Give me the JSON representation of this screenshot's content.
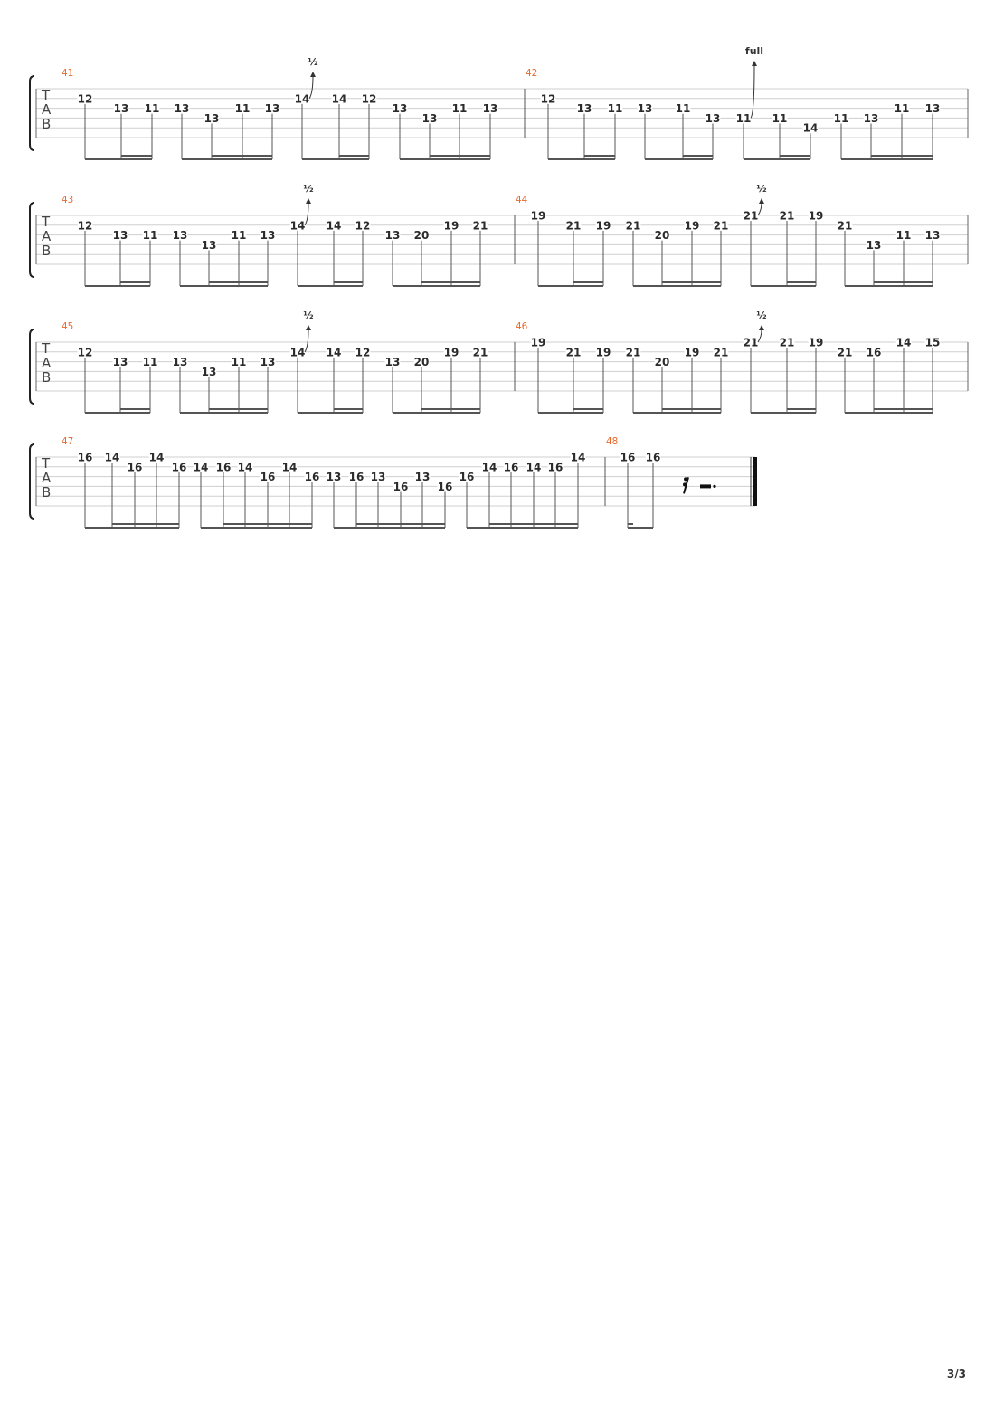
{
  "document": {
    "page_number": "3/3"
  },
  "tab_labels": [
    "T",
    "A",
    "B"
  ],
  "bend_labels": {
    "half": "½",
    "full": "full"
  },
  "systems": [
    {
      "measures": [
        {
          "number": "41",
          "notes": [
            {
              "fret": "12",
              "string": 2
            },
            {
              "fret": "13",
              "string": 3
            },
            {
              "fret": "11",
              "string": 3
            },
            {
              "fret": "13",
              "string": 3
            },
            {
              "fret": "13",
              "string": 4
            },
            {
              "fret": "11",
              "string": 3
            },
            {
              "fret": "13",
              "string": 3
            },
            {
              "fret": "14",
              "string": 2,
              "bend": "½"
            },
            {
              "fret": "14",
              "string": 2
            },
            {
              "fret": "12",
              "string": 2
            },
            {
              "fret": "13",
              "string": 3
            },
            {
              "fret": "13",
              "string": 4
            },
            {
              "fret": "11",
              "string": 3
            },
            {
              "fret": "13",
              "string": 3
            }
          ]
        },
        {
          "number": "42",
          "notes": [
            {
              "fret": "12",
              "string": 2
            },
            {
              "fret": "13",
              "string": 3
            },
            {
              "fret": "11",
              "string": 3
            },
            {
              "fret": "13",
              "string": 3
            },
            {
              "fret": "11",
              "string": 3
            },
            {
              "fret": "13",
              "string": 4
            },
            {
              "fret": "11",
              "string": 4,
              "bend": "full"
            },
            {
              "fret": "11",
              "string": 4
            },
            {
              "fret": "14",
              "string": 5
            },
            {
              "fret": "11",
              "string": 4
            },
            {
              "fret": "13",
              "string": 4
            },
            {
              "fret": "11",
              "string": 3
            },
            {
              "fret": "13",
              "string": 3
            }
          ]
        }
      ]
    },
    {
      "measures": [
        {
          "number": "43",
          "notes": [
            {
              "fret": "12",
              "string": 2
            },
            {
              "fret": "13",
              "string": 3
            },
            {
              "fret": "11",
              "string": 3
            },
            {
              "fret": "13",
              "string": 3
            },
            {
              "fret": "13",
              "string": 4
            },
            {
              "fret": "11",
              "string": 3
            },
            {
              "fret": "13",
              "string": 3
            },
            {
              "fret": "14",
              "string": 2,
              "bend": "½"
            },
            {
              "fret": "14",
              "string": 2
            },
            {
              "fret": "12",
              "string": 2
            },
            {
              "fret": "13",
              "string": 3
            },
            {
              "fret": "20",
              "string": 3
            },
            {
              "fret": "19",
              "string": 2
            },
            {
              "fret": "21",
              "string": 2
            }
          ]
        },
        {
          "number": "44",
          "notes": [
            {
              "fret": "19",
              "string": 1
            },
            {
              "fret": "21",
              "string": 2
            },
            {
              "fret": "19",
              "string": 2
            },
            {
              "fret": "21",
              "string": 2
            },
            {
              "fret": "20",
              "string": 3
            },
            {
              "fret": "19",
              "string": 2
            },
            {
              "fret": "21",
              "string": 2
            },
            {
              "fret": "21",
              "string": 1,
              "bend": "½"
            },
            {
              "fret": "21",
              "string": 1
            },
            {
              "fret": "19",
              "string": 1
            },
            {
              "fret": "21",
              "string": 2
            },
            {
              "fret": "13",
              "string": 4
            },
            {
              "fret": "11",
              "string": 3
            },
            {
              "fret": "13",
              "string": 3
            }
          ]
        }
      ]
    },
    {
      "measures": [
        {
          "number": "45",
          "notes": [
            {
              "fret": "12",
              "string": 2
            },
            {
              "fret": "13",
              "string": 3
            },
            {
              "fret": "11",
              "string": 3
            },
            {
              "fret": "13",
              "string": 3
            },
            {
              "fret": "13",
              "string": 4
            },
            {
              "fret": "11",
              "string": 3
            },
            {
              "fret": "13",
              "string": 3
            },
            {
              "fret": "14",
              "string": 2,
              "bend": "½"
            },
            {
              "fret": "14",
              "string": 2
            },
            {
              "fret": "12",
              "string": 2
            },
            {
              "fret": "13",
              "string": 3
            },
            {
              "fret": "20",
              "string": 3
            },
            {
              "fret": "19",
              "string": 2
            },
            {
              "fret": "21",
              "string": 2
            }
          ]
        },
        {
          "number": "46",
          "notes": [
            {
              "fret": "19",
              "string": 1
            },
            {
              "fret": "21",
              "string": 2
            },
            {
              "fret": "19",
              "string": 2
            },
            {
              "fret": "21",
              "string": 2
            },
            {
              "fret": "20",
              "string": 3
            },
            {
              "fret": "19",
              "string": 2
            },
            {
              "fret": "21",
              "string": 2
            },
            {
              "fret": "21",
              "string": 1,
              "bend": "½"
            },
            {
              "fret": "21",
              "string": 1
            },
            {
              "fret": "19",
              "string": 1
            },
            {
              "fret": "21",
              "string": 2
            },
            {
              "fret": "16",
              "string": 2
            },
            {
              "fret": "14",
              "string": 1
            },
            {
              "fret": "15",
              "string": 1
            }
          ]
        }
      ]
    },
    {
      "measures": [
        {
          "number": "47",
          "notes": [
            {
              "fret": "16",
              "string": 1
            },
            {
              "fret": "14",
              "string": 1
            },
            {
              "fret": "16",
              "string": 2
            },
            {
              "fret": "14",
              "string": 1
            },
            {
              "fret": "16",
              "string": 2
            },
            {
              "fret": "14",
              "string": 2
            },
            {
              "fret": "16",
              "string": 2
            },
            {
              "fret": "14",
              "string": 2
            },
            {
              "fret": "16",
              "string": 3
            },
            {
              "fret": "14",
              "string": 2
            },
            {
              "fret": "16",
              "string": 3
            },
            {
              "fret": "13",
              "string": 3
            },
            {
              "fret": "16",
              "string": 3
            },
            {
              "fret": "13",
              "string": 3
            },
            {
              "fret": "16",
              "string": 4
            },
            {
              "fret": "13",
              "string": 3
            },
            {
              "fret": "16",
              "string": 4
            },
            {
              "fret": "16",
              "string": 3
            },
            {
              "fret": "14",
              "string": 2
            },
            {
              "fret": "16",
              "string": 2
            },
            {
              "fret": "14",
              "string": 2
            },
            {
              "fret": "16",
              "string": 2
            },
            {
              "fret": "14",
              "string": 1
            }
          ]
        },
        {
          "number": "48",
          "notes": [
            {
              "fret": "16",
              "string": 1
            },
            {
              "fret": "16",
              "string": 1
            }
          ],
          "rests": [
            "sixteenth-rest",
            "dotted-half-rest"
          ],
          "final_barline": true
        }
      ]
    }
  ]
}
